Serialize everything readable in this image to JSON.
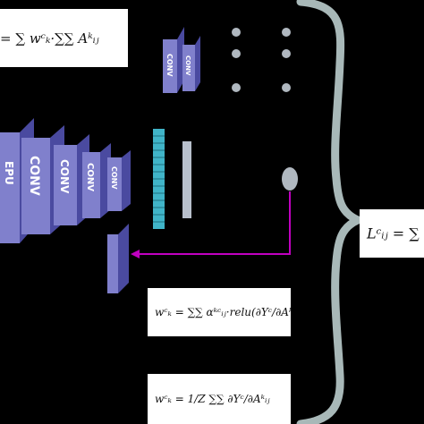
{
  "formulas": {
    "top": "= ∑ wᶜₖ·∑∑ Aᵏᵢⱼ",
    "right": "Lᶜᵢⱼ = ∑",
    "weights_relu": "wᶜₖ = ∑∑ αᵏᶜᵢⱼ·relu(∂Yᶜ/∂Aᵏᵢⱼ)",
    "weights_z": "wᶜₖ = 1/Z ∑∑ ∂Yᶜ/∂Aᵏᵢⱼ"
  },
  "layers": {
    "main_labels": [
      "CONV",
      "CONV",
      "CONV",
      "CONV"
    ],
    "top_labels": [
      "CONV",
      "CONV"
    ]
  },
  "colors": {
    "background": "#000000",
    "conv_face": "#8080cc",
    "conv_side": "#4a4aa0",
    "dense_layer": "#40b4c8",
    "output_bar": "#b8c0cc",
    "arrow": "#c000c0",
    "brace": "#a8b8b8",
    "node": "#b0b8c0"
  },
  "icons": [
    "left-arrow-icon",
    "curly-brace-icon"
  ]
}
